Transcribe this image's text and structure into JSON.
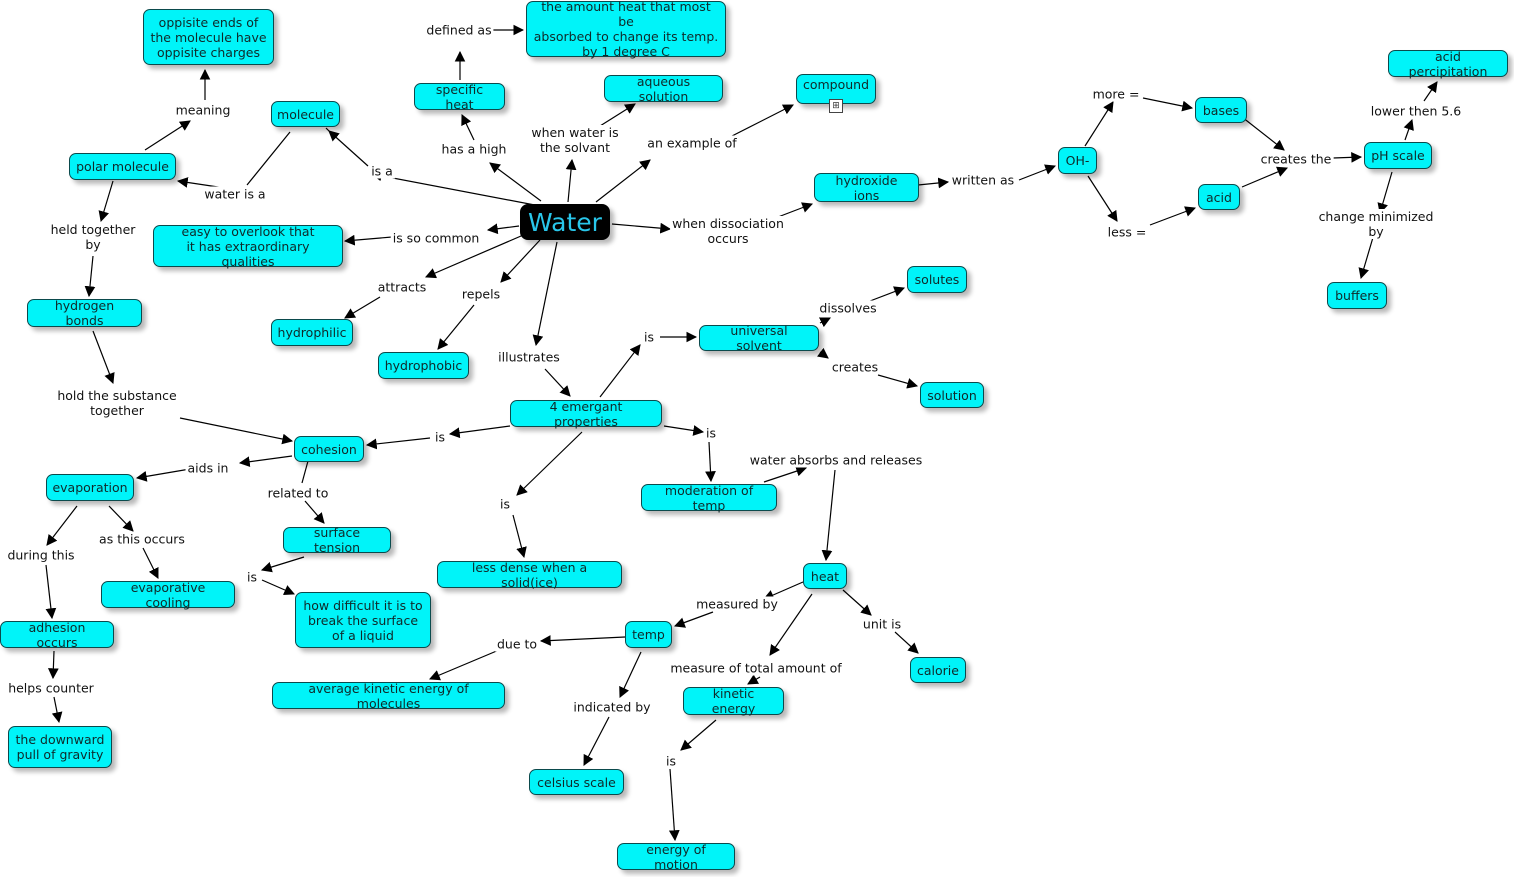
{
  "nodes": {
    "water": "Water",
    "specific_heat_def": "the amount heat that most be\nabsorbed to change its temp.\nby 1 degree C",
    "opposite_ends": "oppisite ends of\nthe molecule have\noppisite charges",
    "specific_heat": "specific heat",
    "aqueous_solution": "aqueous solution",
    "compound": "compound",
    "acid_precipitation": "acid percipitation",
    "molecule": "molecule",
    "polar_molecule": "polar molecule",
    "bases": "bases",
    "oh": "OH-",
    "ph_scale": "pH scale",
    "hydroxide_ions": "hydroxide ions",
    "acid": "acid",
    "easy_overlook": "easy to overlook that\nit has extraordinary qualities",
    "solutes": "solutes",
    "buffers": "buffers",
    "hydrogen_bonds": "hydrogen bonds",
    "hydrophilic": "hydrophilic",
    "universal_solvent": "universal solvent",
    "hydrophobic": "hydrophobic",
    "solution": "solution",
    "emergent_properties": "4 emergant properties",
    "cohesion": "cohesion",
    "evaporation": "evaporation",
    "moderation_temp": "moderation of temp",
    "surface_tension": "surface tension",
    "less_dense": "less dense when a solid(ice)",
    "heat": "heat",
    "evaporative_cooling": "evaporative cooling",
    "how_difficult": "how difficult it is to\nbreak the surface\nof a liquid",
    "adhesion": "adhesion occurs",
    "temp": "temp",
    "calorie": "calorie",
    "avg_kinetic": "average kinetic energy of molecules",
    "kinetic_energy": "kinetic energy",
    "downward_pull": "the downward\npull of gravity",
    "celsius": "celsius scale",
    "energy_motion": "energy of motion"
  },
  "labels": {
    "defined_as": "defined as",
    "meaning": "meaning",
    "has_a_high": "has a high",
    "when_water_solvant": "when water is\nthe solvant",
    "an_example_of": "an example of",
    "more": "more =",
    "lower_then": "lower then 5.6",
    "is_a": "is a",
    "water_is_a": "water is a",
    "creates_the": "creates the",
    "written_as": "written as",
    "when_dissociation": "when dissociation\noccurs",
    "change_minimized": "change minimized by",
    "less": "less =",
    "held_together": "held together\nby",
    "is_so_common": "is so common",
    "attracts": "attracts",
    "repels": "repels",
    "dissolves": "dissolves",
    "is_universal": "is",
    "illustrates": "illustrates",
    "creates": "creates",
    "hold_substance": "hold the substance\ntogether",
    "is_cohesion": "is",
    "is_moderation": "is",
    "aids_in": "aids in",
    "water_absorbs": "water absorbs and releases",
    "related_to": "related to",
    "is_less_dense": "is",
    "as_this_occurs": "as this occurs",
    "during_this": "during this",
    "is_surface": "is",
    "measured_by": "measured by",
    "unit_is": "unit is",
    "due_to": "due to",
    "measure_total": "measure of total amount of",
    "helps_counter": "helps counter",
    "indicated_by": "indicated by",
    "is_kinetic": "is"
  },
  "icons": {
    "compound_resource": "concept-map-link-icon"
  },
  "colors": {
    "node_fill": "#00f4f9",
    "main_fill": "#000000",
    "main_text": "#29c6ea",
    "line": "#000000"
  }
}
